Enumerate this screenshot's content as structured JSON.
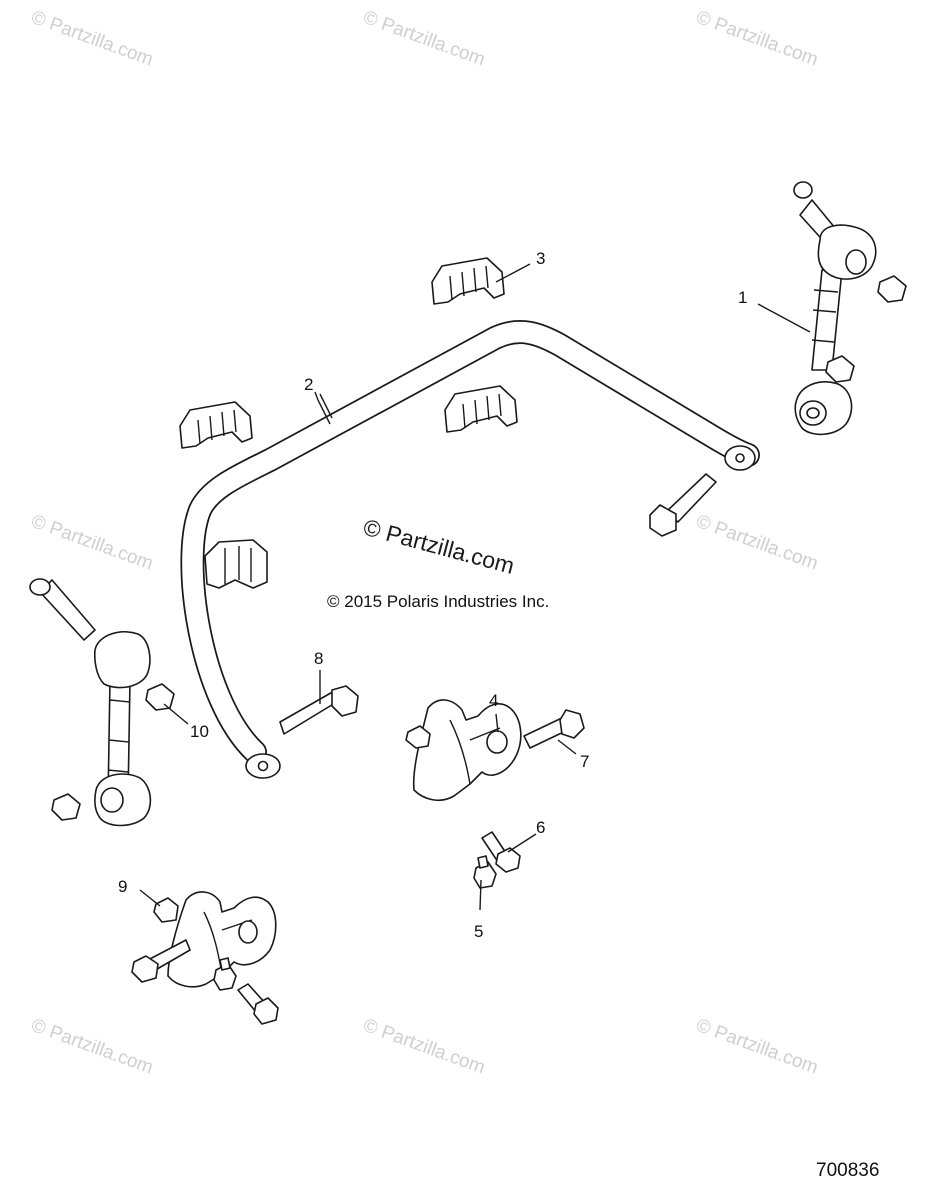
{
  "diagram": {
    "copyright": "© 2015 Polaris Industries Inc.",
    "document_number": "700836",
    "watermark_text": "© Partzilla.com",
    "center_watermark_text": "© Partzilla.com",
    "callouts": {
      "c1": "1",
      "c2": "2",
      "c3": "3",
      "c4": "4",
      "c5": "5",
      "c6": "6",
      "c7": "7",
      "c8": "8",
      "c9": "9",
      "c10": "10"
    }
  }
}
